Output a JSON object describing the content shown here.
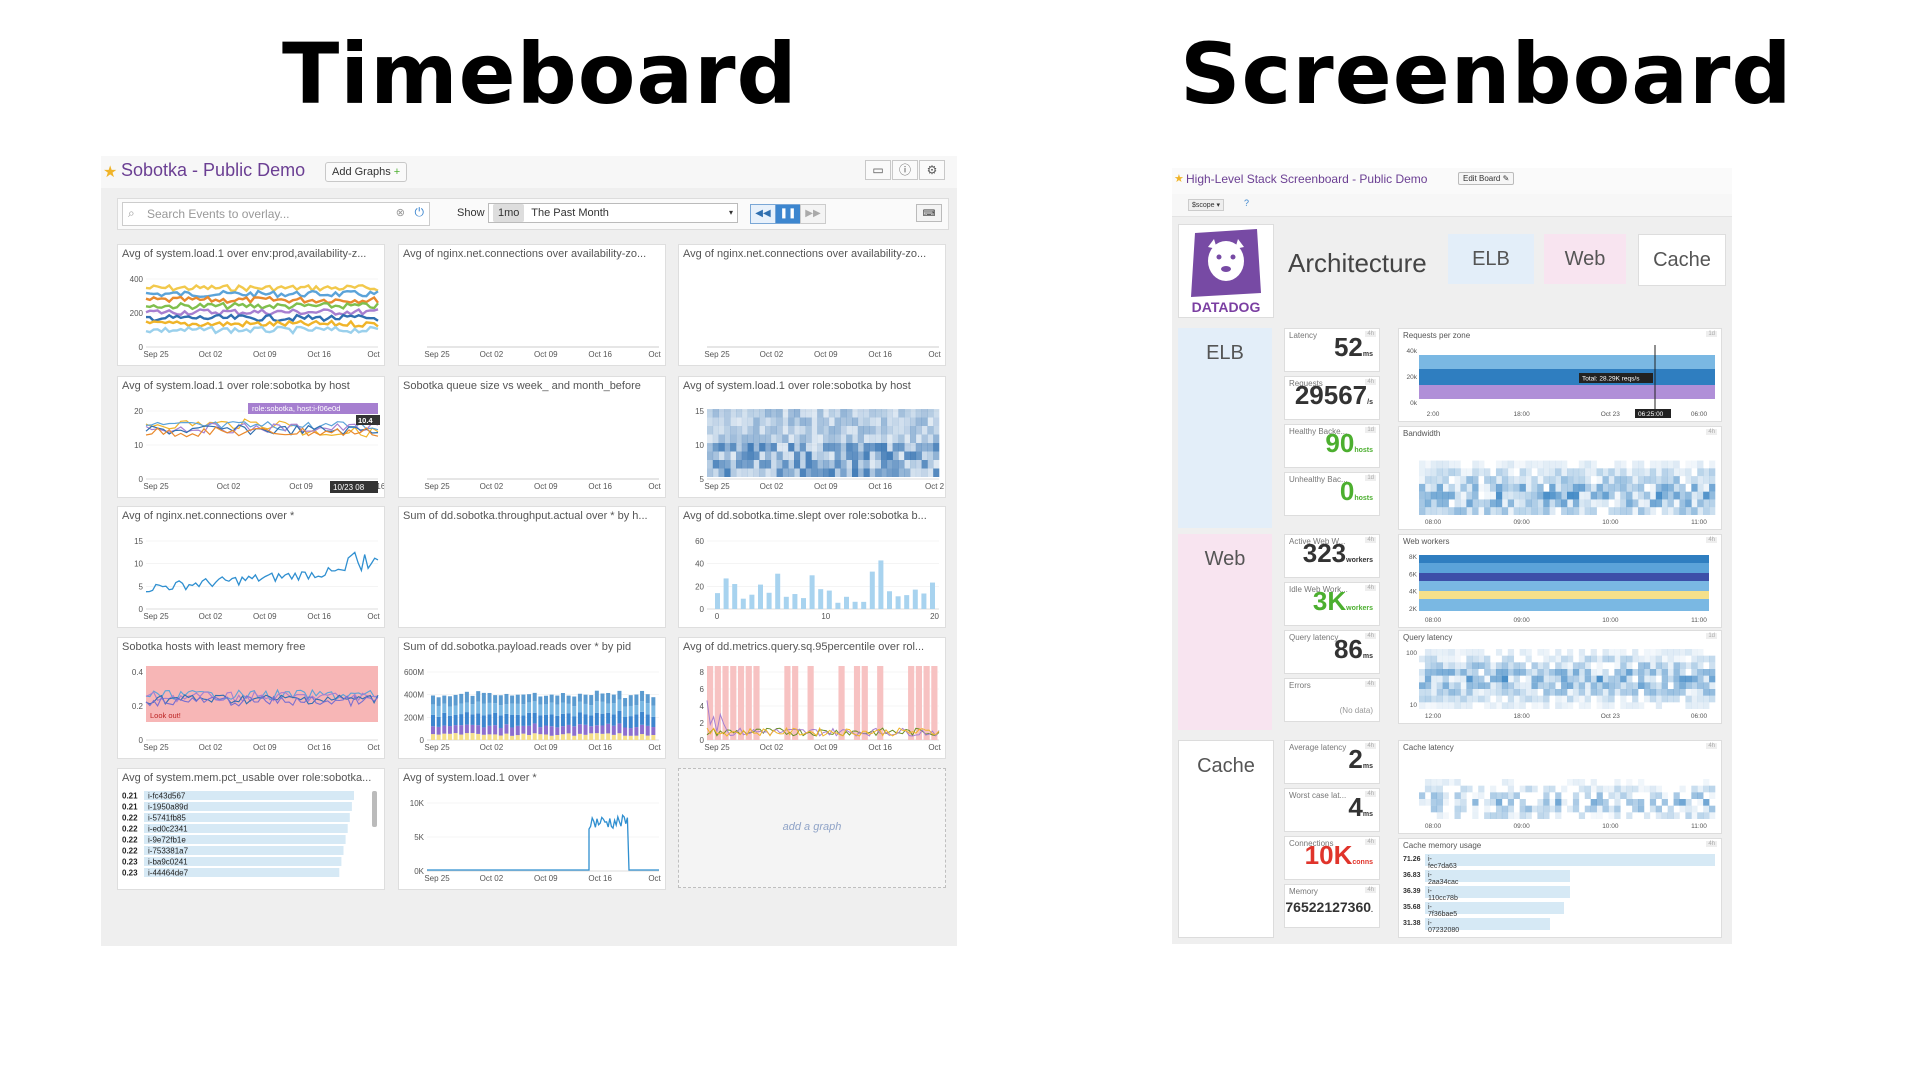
{
  "headings": {
    "timeboard": "Timeboard",
    "screenboard": "Screenboard"
  },
  "timeboard": {
    "title": "Sobotka - Public Demo",
    "add_graphs": "Add Graphs",
    "search_placeholder": "Search Events to overlay...",
    "show_label": "Show",
    "range_pill": "1mo",
    "range_value": "The Past Month",
    "graphs": [
      {
        "title": "Avg of system.load.1 over env:prod,availability-z...",
        "ticks": [
          "Sep 25",
          "Oct 02",
          "Oct 09",
          "Oct 16",
          "Oct"
        ],
        "yticks": [
          "400",
          "200",
          "0"
        ]
      },
      {
        "title": "Avg of nginx.net.connections over availability-zo...",
        "ticks": [
          "Sep 25",
          "Oct 02",
          "Oct 09",
          "Oct 16",
          "Oct"
        ],
        "yticks": []
      },
      {
        "title": "Avg of nginx.net.connections over availability-zo...",
        "ticks": [
          "Sep 25",
          "Oct 02",
          "Oct 09",
          "Oct 16",
          "Oct"
        ],
        "yticks": []
      },
      {
        "title": "Avg of system.load.1 over role:sobotka by host",
        "ticks": [
          "Sep 25",
          "Oct 02",
          "Oct 09",
          "Oct 16"
        ],
        "yticks": [
          "20",
          "10",
          "0"
        ],
        "tooltip": "role:sobotka, host:i-f06e0d",
        "tooltip_value": "10.4",
        "tooltip_date": "10/23 08"
      },
      {
        "title": "Sobotka queue size vs week_ and month_before",
        "ticks": [
          "Sep 25",
          "Oct 02",
          "Oct 09",
          "Oct 16",
          "Oct"
        ],
        "yticks": []
      },
      {
        "title": "Avg of system.load.1 over role:sobotka by host",
        "ticks": [
          "Sep 25",
          "Oct 02",
          "Oct 09",
          "Oct 16",
          "Oct 2"
        ],
        "yticks": [
          "15",
          "10",
          "5"
        ]
      },
      {
        "title": "Avg of nginx.net.connections over *",
        "ticks": [
          "Sep 25",
          "Oct 02",
          "Oct 09",
          "Oct 16",
          "Oct"
        ],
        "yticks": [
          "15",
          "10",
          "5",
          "0"
        ]
      },
      {
        "title": "Sum of dd.sobotka.throughput.actual over * by h...",
        "ticks": [],
        "yticks": []
      },
      {
        "title": "Avg of dd.sobotka.time.slept over role:sobotka b...",
        "ticks": [
          "0",
          "10",
          "20"
        ],
        "yticks": [
          "60",
          "40",
          "20",
          "0"
        ]
      },
      {
        "title": "Sobotka hosts with least memory free",
        "ticks": [
          "Sep 25",
          "Oct 02",
          "Oct 09",
          "Oct 16",
          "Oct"
        ],
        "yticks": [
          "0.4",
          "0.2",
          "0"
        ],
        "marker": "Look out!"
      },
      {
        "title": "Sum of dd.sobotka.payload.reads over * by pid",
        "ticks": [
          "Sep 25",
          "Oct 02",
          "Oct 09",
          "Oct 16",
          "Oct"
        ],
        "yticks": [
          "600M",
          "400M",
          "200M",
          "0"
        ]
      },
      {
        "title": "Avg of dd.metrics.query.sq.95percentile over rol...",
        "ticks": [
          "Sep 25",
          "Oct 02",
          "Oct 09",
          "Oct 16",
          "Oct"
        ],
        "yticks": [
          "8",
          "6",
          "4",
          "2",
          "0"
        ]
      },
      {
        "title": "Avg of system.mem.pct_usable over role:sobotka...",
        "ticks": [],
        "yticks": []
      },
      {
        "title": "Avg of system.load.1 over *",
        "ticks": [
          "Sep 25",
          "Oct 02",
          "Oct 09",
          "Oct 16",
          "Oct"
        ],
        "yticks": [
          "10K",
          "5K",
          "0K"
        ]
      }
    ],
    "toplist": [
      {
        "value": "0.21",
        "host": "i-fc43d567",
        "pct": 1.0
      },
      {
        "value": "0.21",
        "host": "i-1950a89d",
        "pct": 0.99
      },
      {
        "value": "0.22",
        "host": "i-5741fb85",
        "pct": 0.98
      },
      {
        "value": "0.22",
        "host": "i-ed0c2341",
        "pct": 0.97
      },
      {
        "value": "0.22",
        "host": "i-9e72fb1e",
        "pct": 0.96
      },
      {
        "value": "0.22",
        "host": "i-753381a7",
        "pct": 0.95
      },
      {
        "value": "0.23",
        "host": "i-ba9c0241",
        "pct": 0.94
      },
      {
        "value": "0.23",
        "host": "i-44464de7",
        "pct": 0.93
      }
    ],
    "add_graph_label": "add a graph"
  },
  "screenboard": {
    "title": "High-Level Stack Screenboard - Public Demo",
    "edit_board": "Edit Board",
    "scope": "$scope",
    "logo_text": "DATADOG",
    "architecture": "Architecture",
    "chips": [
      "ELB",
      "Web",
      "Cache"
    ],
    "tiers": [
      "ELB",
      "Web",
      "Cache"
    ],
    "elb_tiles": [
      {
        "label": "Latency",
        "badge": "4h",
        "value": "52",
        "unit": "ms",
        "style": ""
      },
      {
        "label": "Requests",
        "badge": "4h",
        "value": "29567",
        "unit": "/s",
        "style": ""
      },
      {
        "label": "Healthy Backe...",
        "badge": "1d",
        "value": "90",
        "unit": "hosts",
        "style": "green"
      },
      {
        "label": "Unhealthy Bac...",
        "badge": "1d",
        "value": "0",
        "unit": "hosts",
        "style": "green"
      }
    ],
    "web_tiles": [
      {
        "label": "Active Web W...",
        "badge": "4h",
        "value": "323",
        "unit": "workers",
        "style": ""
      },
      {
        "label": "Idle Web Work...",
        "badge": "4h",
        "value": "3K",
        "unit": "workers",
        "style": "green"
      },
      {
        "label": "Query latency",
        "badge": "4h",
        "value": "86",
        "unit": "ms",
        "style": ""
      },
      {
        "label": "Errors",
        "badge": "4h",
        "value": "",
        "unit": "",
        "style": "",
        "nodata": "(No data)"
      }
    ],
    "cache_tiles": [
      {
        "label": "Average latency",
        "badge": "4h",
        "value": "2",
        "unit": "ms",
        "style": ""
      },
      {
        "label": "Worst case lat...",
        "badge": "4h",
        "value": "4",
        "unit": "ms",
        "style": ""
      },
      {
        "label": "Connections",
        "badge": "4h",
        "value": "10K",
        "unit": "conns",
        "style": "red"
      },
      {
        "label": "Memory",
        "badge": "4h",
        "value": "76522127360",
        "unit": ".",
        "style": "mid"
      }
    ],
    "graphs": [
      {
        "title": "Requests per zone",
        "badge": "1d",
        "tooltip": "Total: 28.29K reqs/s",
        "time": "06:25:00",
        "ticks": [
          "2:00",
          "18:00",
          "Oct 23",
          "06:00"
        ],
        "yticks": [
          "40k",
          "20k",
          "0k"
        ]
      },
      {
        "title": "Bandwidth",
        "badge": "4h",
        "ticks": [
          "08:00",
          "09:00",
          "10:00",
          "11:00"
        ],
        "yticks": []
      },
      {
        "title": "Web workers",
        "badge": "4h",
        "ticks": [
          "08:00",
          "09:00",
          "10:00",
          "11:00"
        ],
        "yticks": [
          "8K",
          "6K",
          "4K",
          "2K"
        ]
      },
      {
        "title": "Query latency",
        "badge": "1d",
        "ticks": [
          "12:00",
          "18:00",
          "Oct 23",
          "06:00"
        ],
        "yticks": [
          "100",
          "10"
        ]
      },
      {
        "title": "Cache latency",
        "badge": "4h",
        "ticks": [
          "08:00",
          "09:00",
          "10:00",
          "11:00"
        ],
        "yticks": []
      },
      {
        "title": "Cache memory usage",
        "badge": "4h"
      }
    ],
    "cache_memory": [
      {
        "value": "71.26",
        "host": "i-fec7da63",
        "pct": 1.0
      },
      {
        "value": "36.83",
        "host": "i-2aa34cac",
        "pct": 0.5
      },
      {
        "value": "36.39",
        "host": "i-110cc78b",
        "pct": 0.5
      },
      {
        "value": "35.68",
        "host": "i-7f36bae5",
        "pct": 0.48
      },
      {
        "value": "31.38",
        "host": "i-07232080",
        "pct": 0.43
      }
    ]
  }
}
